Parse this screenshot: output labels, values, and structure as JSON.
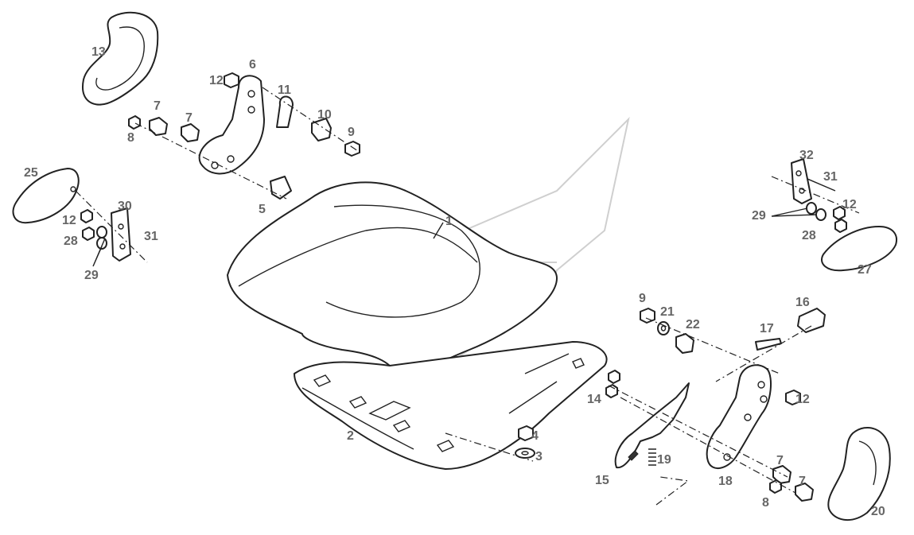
{
  "diagram": {
    "labels": {
      "p1": "1",
      "p2": "2",
      "p3": "3",
      "p4": "4",
      "p5": "5",
      "p6": "6",
      "p7a": "7",
      "p7b": "7",
      "p7c": "7",
      "p7d": "7",
      "p8a": "8",
      "p8b": "8",
      "p9a": "9",
      "p9b": "9",
      "p10": "10",
      "p11": "11",
      "p12a": "12",
      "p12b": "12",
      "p12c": "12",
      "p12d": "12",
      "p13": "13",
      "p14": "14",
      "p15": "15",
      "p16": "16",
      "p17": "17",
      "p18": "18",
      "p19": "19",
      "p20": "20",
      "p21": "21",
      "p22": "22",
      "p25": "25",
      "p27": "27",
      "p28a": "28",
      "p28b": "28",
      "p29a": "29",
      "p29b": "29",
      "p30": "30",
      "p31a": "31",
      "p31b": "31",
      "p32": "32"
    }
  }
}
